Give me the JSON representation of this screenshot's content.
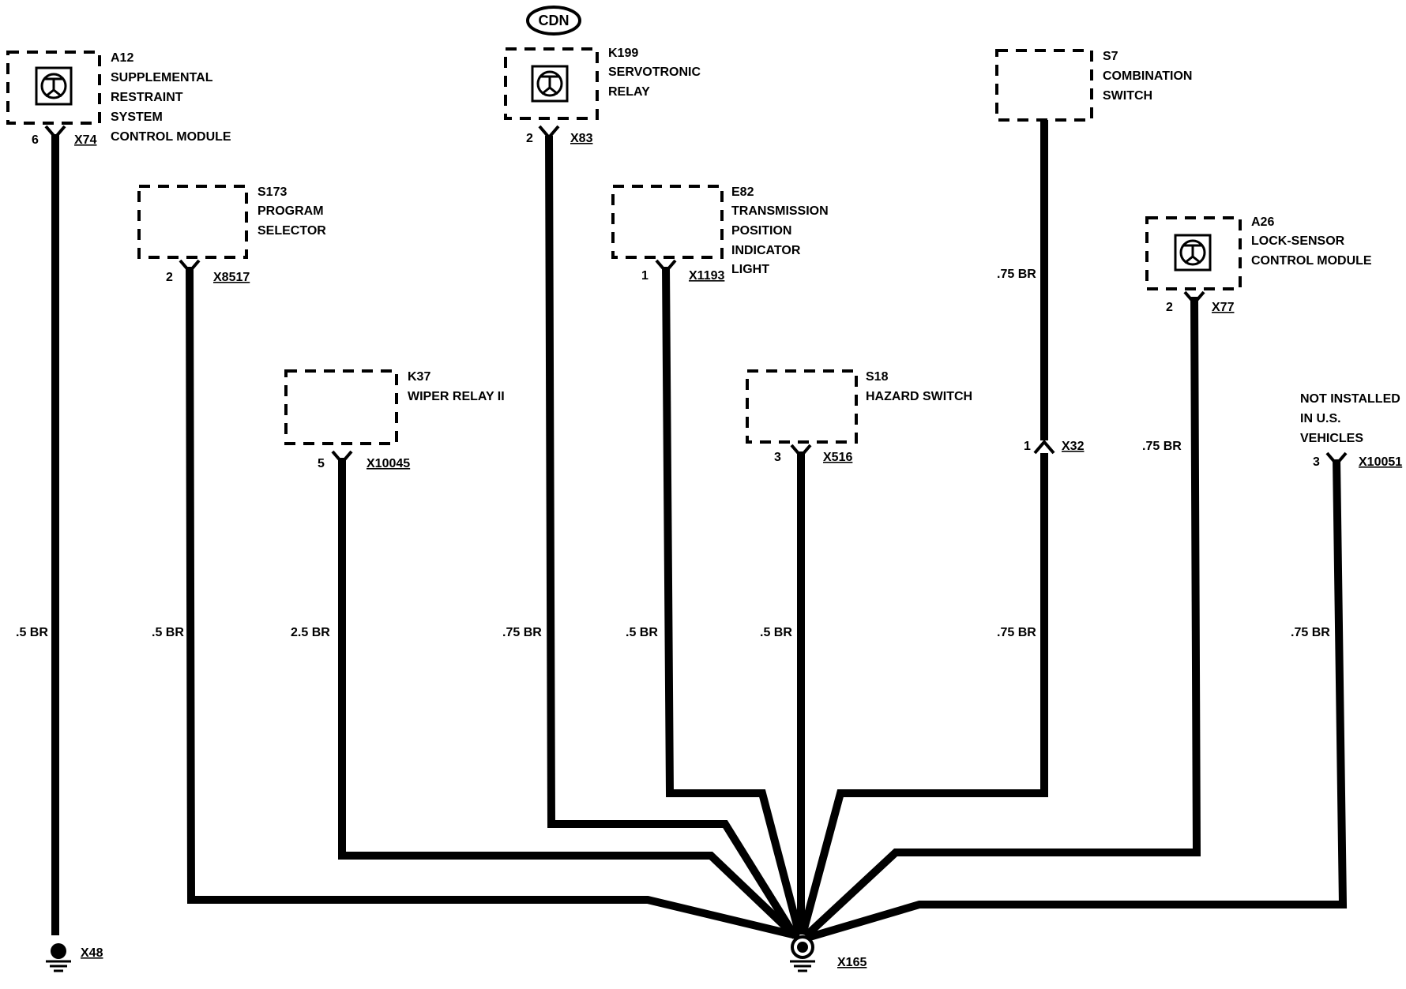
{
  "diagram": {
    "region_badge": "CDN",
    "components": [
      {
        "ref": "A12",
        "lines": [
          "SUPPLEMENTAL",
          "RESTRAINT",
          "SYSTEM",
          "CONTROL MODULE"
        ],
        "pin": "6",
        "connector": "X74",
        "wire": ".5 BR",
        "icon": "electronic-module-icon"
      },
      {
        "ref": "S173",
        "lines": [
          "PROGRAM",
          "SELECTOR"
        ],
        "pin": "2",
        "connector": "X8517",
        "wire": ".5 BR"
      },
      {
        "ref": "K37",
        "lines": [
          "WIPER RELAY II"
        ],
        "pin": "5",
        "connector": "X10045",
        "wire": "2.5 BR"
      },
      {
        "ref": "K199",
        "lines": [
          "SERVOTRONIC",
          "RELAY"
        ],
        "pin": "2",
        "connector": "X83",
        "wire": ".75 BR",
        "icon": "electronic-module-icon"
      },
      {
        "ref": "E82",
        "lines": [
          "TRANSMISSION",
          "POSITION",
          "INDICATOR",
          "LIGHT"
        ],
        "pin": "1",
        "connector": "X1193",
        "wire": ".5 BR"
      },
      {
        "ref": "S18",
        "lines": [
          "HAZARD SWITCH"
        ],
        "pin": "3",
        "connector": "X516",
        "wire": ".5 BR"
      },
      {
        "ref": "S7",
        "lines": [
          "COMBINATION",
          "SWITCH"
        ],
        "pin": "1",
        "connector": "X32",
        "wire": ".75 BR",
        "wire_upper": ".75 BR"
      },
      {
        "ref": "A26",
        "lines": [
          "LOCK-SENSOR",
          "CONTROL MODULE"
        ],
        "pin": "2",
        "connector": "X77",
        "wire": ".75 BR",
        "wire_upper": ".75 BR",
        "icon": "electronic-module-icon"
      },
      {
        "ref": "",
        "lines": [
          "NOT INSTALLED",
          "IN U.S.",
          "VEHICLES"
        ],
        "pin": "3",
        "connector": "X10051",
        "wire": ".75 BR"
      }
    ],
    "grounds": [
      {
        "connector": "X48"
      },
      {
        "connector": "X165"
      }
    ]
  }
}
